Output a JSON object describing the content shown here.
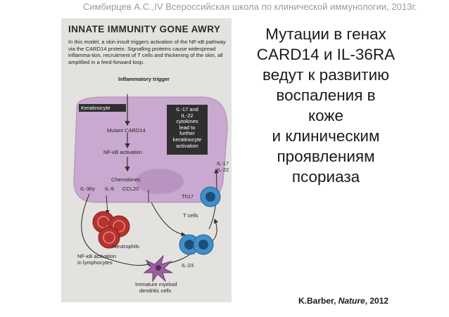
{
  "header_citation": "Симбирцев А.С.,IV Всероссийская школа по клинической иммунологии, 2013г.",
  "figure": {
    "title": "INNATE IMMUNITY GONE AWRY",
    "caption": "In this model, a skin insult triggers activation of the NF-κB pathway via the CARD14 protein. Signalling proteins cause widespread inflamma-tion, recruitment of T cells and thickening of the skin, all amplified in a feed-forward loop.",
    "labels": {
      "trigger": "Inflammatory trigger",
      "keratinocyte": "Keratinocyte",
      "mutant_card14": "Mutant CARD14",
      "nfkb_activation": "NF-κB activation",
      "chemokines": "Chemokines",
      "il36": "IL-36γ",
      "il8": "IL-8",
      "ccl20": "CCL20",
      "cytokine_box": [
        "IL-17 and",
        "IL-22",
        "cytokines",
        "lead to",
        "further",
        "keratinocyte",
        "activation"
      ],
      "il17": "IL-17",
      "il22": "IL-22",
      "th17": "Th17",
      "t_cells": "T cells",
      "neutrophils": "Neutrophils",
      "nfkb_lymph_1": "NF-κB activation",
      "nfkb_lymph_2": "in lymphocytes",
      "il23": "IL-23",
      "dendritic_1": "Immature myeloid",
      "dendritic_2": "dendritic cells"
    }
  },
  "slide_title": [
    "Мутации в генах",
    "CARD14 и IL-36RA",
    "ведут к развитию",
    "воспаления в",
    "коже",
    "и клиническим",
    "проявлениям",
    "псориаза"
  ],
  "source": {
    "author": "K.Barber, ",
    "journal": "Nature",
    "year": ", 2012"
  },
  "colors": {
    "keratinocyte_fill": "#c9a9cf",
    "neutrophil_fill": "#b8322e",
    "tcell_fill": "#3f90c9",
    "dendritic_fill": "#9a5fa0",
    "figure_bg": "#e4e2df"
  }
}
